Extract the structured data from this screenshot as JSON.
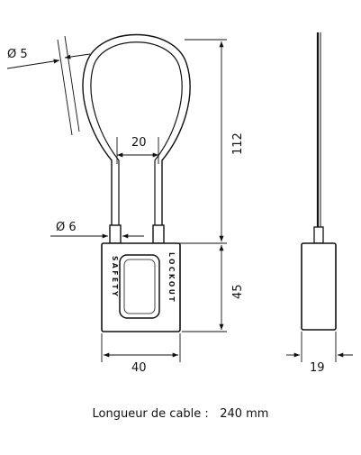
{
  "dimensions": {
    "cable_diameter": "Ø 5",
    "shackle_width": "20",
    "shackle_height": "112",
    "shank_diameter": "Ø 6",
    "body_height": "45",
    "body_width": "40",
    "body_depth": "19"
  },
  "lock_labels": {
    "left_vertical": "SAFETY",
    "right_vertical": "LOCKOUT"
  },
  "caption": {
    "label": "Longueur de cable :",
    "value": "240 mm"
  }
}
